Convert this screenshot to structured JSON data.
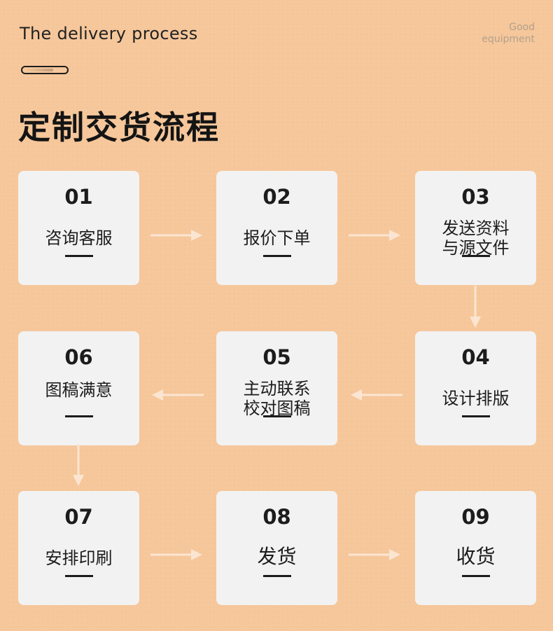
{
  "header": {
    "subtitle_en": "The delivery process",
    "tag_line1": "Good",
    "tag_line2": "equipment",
    "title_cn": "定制交货流程"
  },
  "steps": [
    {
      "number": "01",
      "lines": [
        "咨询客服"
      ]
    },
    {
      "number": "02",
      "lines": [
        "报价下单"
      ]
    },
    {
      "number": "03",
      "lines": [
        "发送资料",
        "与源文件"
      ]
    },
    {
      "number": "04",
      "lines": [
        "设计排版"
      ]
    },
    {
      "number": "05",
      "lines": [
        "主动联系",
        "校对图稿"
      ]
    },
    {
      "number": "06",
      "lines": [
        "图稿满意"
      ]
    },
    {
      "number": "07",
      "lines": [
        "安排印刷"
      ]
    },
    {
      "number": "08",
      "lines": [
        "发货"
      ]
    },
    {
      "number": "09",
      "lines": [
        "收货"
      ]
    }
  ],
  "colors": {
    "background": "#f6c79a",
    "card": "#f2f2f2",
    "text": "#1c1c1c",
    "arrow": "#fbe5d2"
  },
  "icons": {
    "flow_arrow": "arrow-icon"
  }
}
